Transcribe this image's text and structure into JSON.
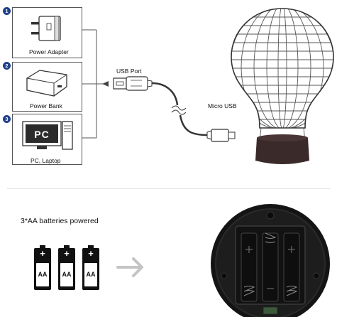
{
  "steps": [
    {
      "number": "1",
      "label": "Power Adapter"
    },
    {
      "number": "2",
      "label": "Power Bank"
    },
    {
      "number": "3",
      "label": "PC, Laptop"
    }
  ],
  "pc_screen_text": "PC",
  "cable": {
    "usb_label": "USB Port",
    "micro_label": "Micro USB"
  },
  "battery": {
    "caption": "3*AA batteries powered",
    "cells": [
      {
        "plus": "+",
        "text": "AA"
      },
      {
        "plus": "+",
        "text": "AA"
      },
      {
        "plus": "+",
        "text": "AA"
      }
    ]
  },
  "colors": {
    "step_badge": "#1f3f8a",
    "line": "#555555",
    "arrow_gray": "#c4c4c4",
    "base": "#3a2a2a"
  }
}
